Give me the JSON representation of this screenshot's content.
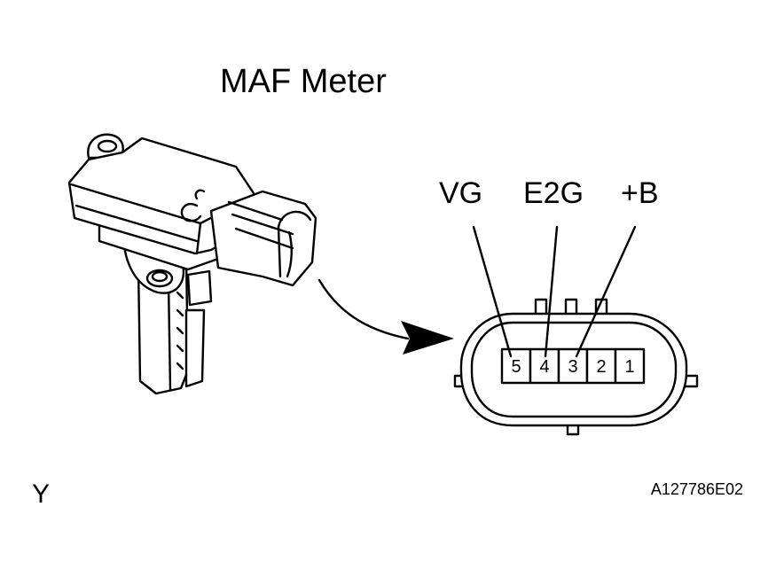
{
  "title": "MAF Meter",
  "pin_labels": [
    {
      "text": "VG",
      "pin": "5"
    },
    {
      "text": "E2G",
      "pin": "4"
    },
    {
      "text": "+B",
      "pin": "3"
    }
  ],
  "pins": [
    "5",
    "4",
    "3",
    "2",
    "1"
  ],
  "corner_letter": "Y",
  "figure_code": "A127786E02"
}
